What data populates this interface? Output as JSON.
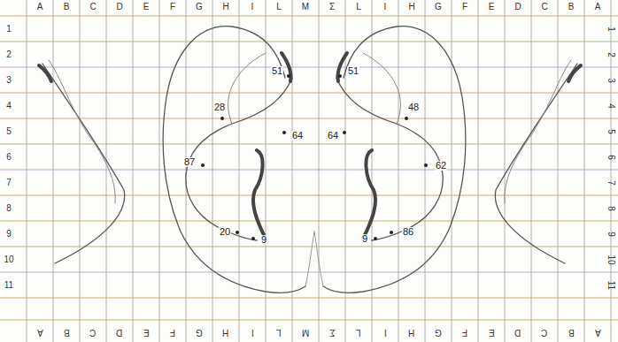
{
  "diagram": {
    "labels": [
      "A",
      "B",
      "C",
      "D",
      "E",
      "F",
      "G",
      "H",
      "I",
      "L",
      "M",
      "Σ",
      "L",
      "I",
      "H",
      "G",
      "F",
      "E",
      "D",
      "C",
      "B",
      "A",
      "1",
      "2",
      "3",
      "4",
      "5",
      "6",
      "7",
      "8",
      "9",
      "10",
      "11",
      "1",
      "2",
      "3",
      "4",
      "5",
      "6",
      "7",
      "8",
      "9",
      "10",
      "11",
      "A",
      "B",
      "C",
      "D",
      "E",
      "F",
      "G",
      "H",
      "I",
      "L",
      "M",
      "Σ",
      "L",
      "I",
      "H",
      "G",
      "F",
      "E",
      "D",
      "C",
      "B",
      "A",
      "51",
      "28",
      "64",
      "87",
      "20",
      "9",
      "51",
      "48",
      "64",
      "62",
      "9",
      "86"
    ]
  }
}
